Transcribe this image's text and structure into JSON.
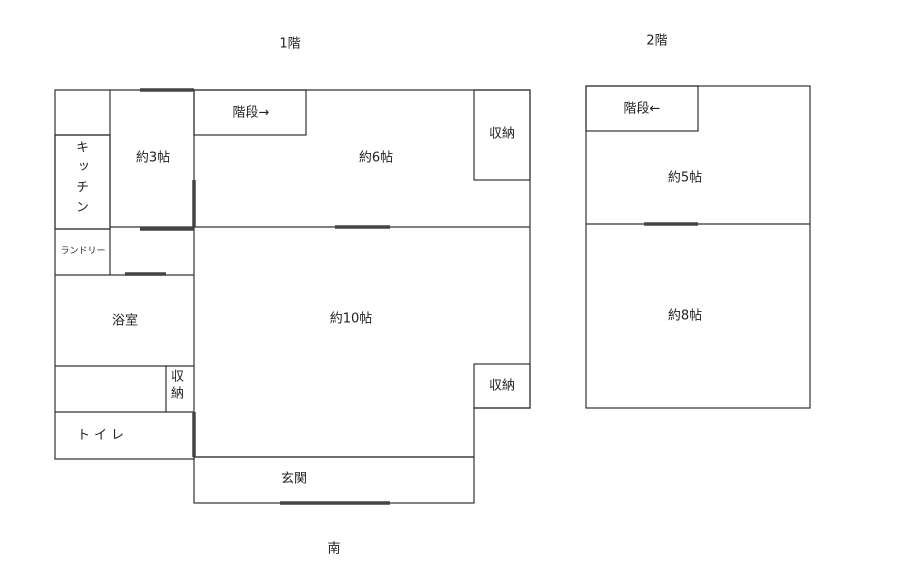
{
  "floors": {
    "first": {
      "label": "1階"
    },
    "second": {
      "label": "2階"
    }
  },
  "rooms": {
    "stairs_1f": "階段→",
    "room_6jo": "約6帖",
    "storage_top": "収納",
    "kitchen": "キッチン",
    "room_3jo": "約3帖",
    "laundry": "ランドリー",
    "bath": "浴室",
    "room_10jo": "約10帖",
    "storage_small": "収納",
    "storage_right": "収納",
    "toilet": "トイレ",
    "entrance": "玄関",
    "stairs_2f": "階段←",
    "room_5jo": "約5帖",
    "room_8jo": "約8帖"
  },
  "orientation": {
    "south": "南"
  },
  "colors": {
    "wall": "#333333",
    "door": "#444444"
  }
}
